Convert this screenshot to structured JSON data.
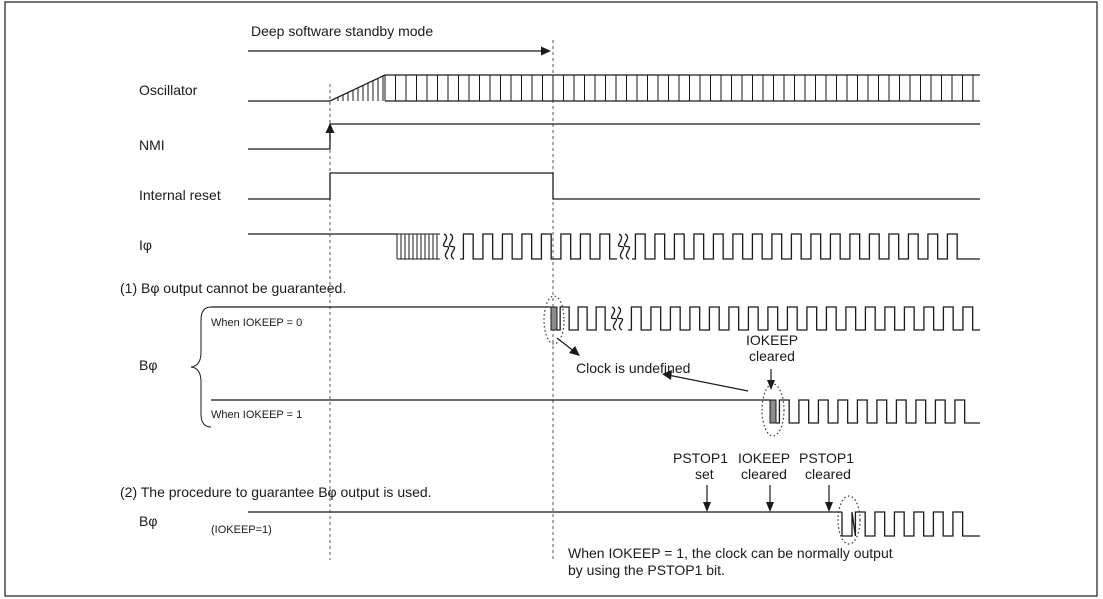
{
  "labels": {
    "deep_standby": "Deep software standby mode",
    "oscillator": "Oscillator",
    "nmi": "NMI",
    "internal_reset": "Internal reset",
    "i_phi": "Iφ",
    "note1": "(1) Bφ output cannot be guaranteed.",
    "when_iokeep0": "When IOKEEP = 0",
    "b_phi_1": "Bφ",
    "when_iokeep1": "When IOKEEP = 1",
    "clock_undefined": "Clock is undefined",
    "iokeep_cleared_1a": "IOKEEP",
    "iokeep_cleared_1b": "cleared",
    "note2": "(2) The procedure to guarantee Bφ output is used.",
    "b_phi_2": "Bφ",
    "iokeep1_paren": "(IOKEEP=1)",
    "pstop1_set_a": "PSTOP1",
    "pstop1_set_b": "set",
    "iokeep_cleared_2a": "IOKEEP",
    "iokeep_cleared_2b": "cleared",
    "pstop1_cleared_a": "PSTOP1",
    "pstop1_cleared_b": "cleared",
    "footnote_1": "When IOKEEP = 1, the clock can be normally output",
    "footnote_2": "by using the PSTOP1 bit."
  },
  "colors": {
    "line": "#1a1a1a",
    "undefined_clock_fill": "#8c8c8c"
  }
}
